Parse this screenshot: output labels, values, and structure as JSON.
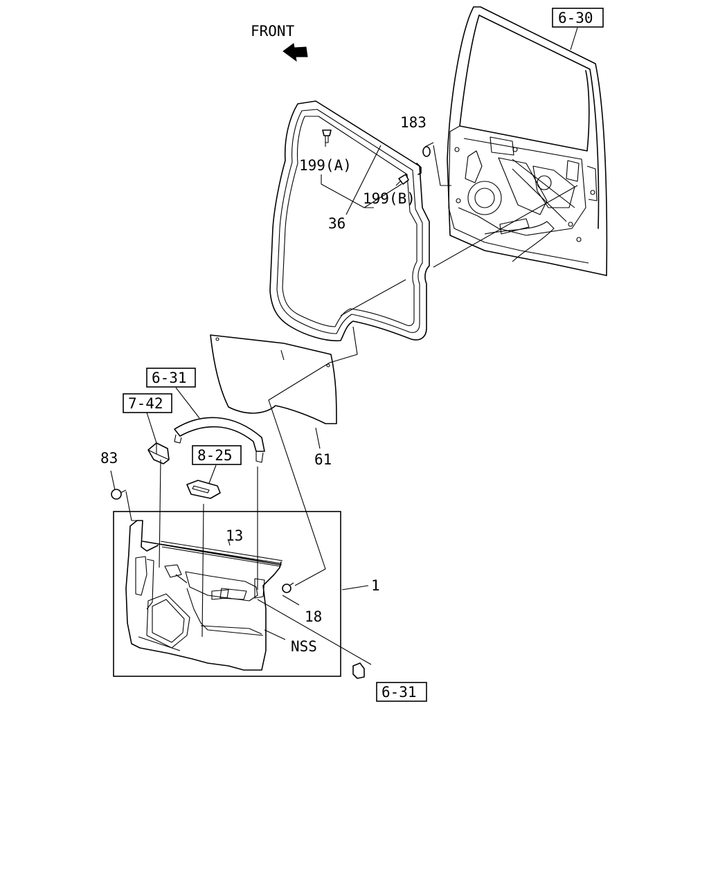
{
  "direction": {
    "label": "FRONT"
  },
  "references": {
    "ref_6_30": "6-30",
    "ref_6_31_top": "6-31",
    "ref_7_42": "7-42",
    "ref_8_25": "8-25",
    "ref_6_31_bottom": "6-31"
  },
  "callouts": {
    "c183": "183",
    "c199a": "199(A)",
    "c199b": "199(B)",
    "c36": "36",
    "c61": "61",
    "c83": "83",
    "c13": "13",
    "c1": "1",
    "c18": "18",
    "cNSS": "NSS"
  }
}
